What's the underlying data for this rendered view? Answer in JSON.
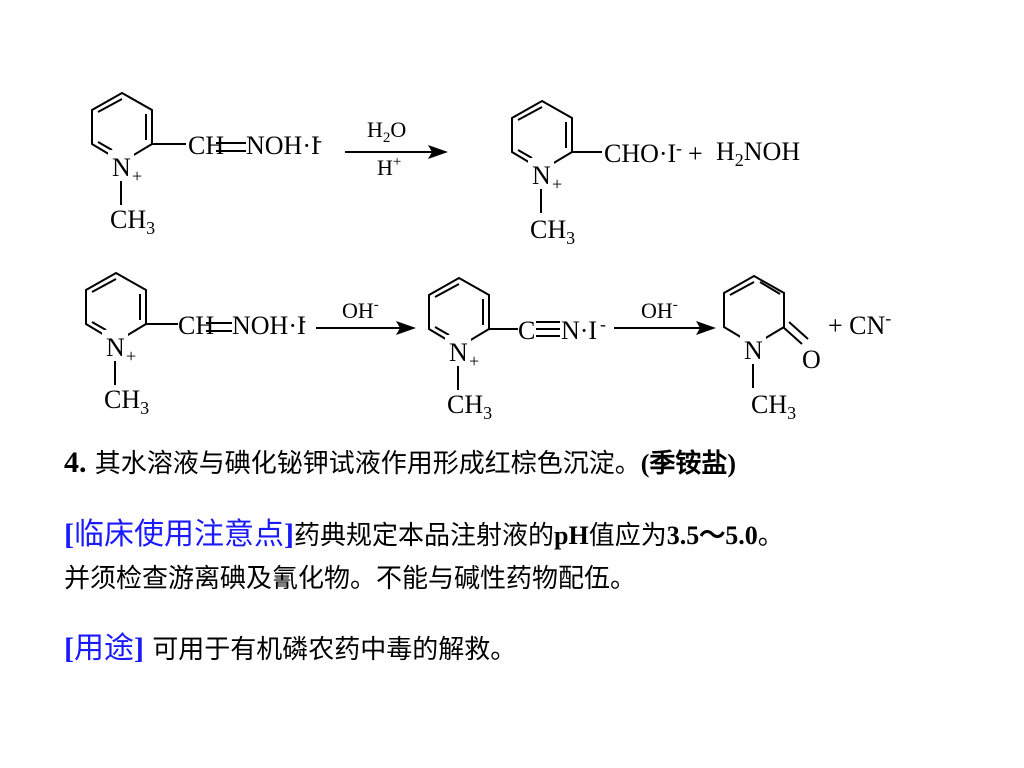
{
  "reaction1": {
    "left_group": "CH",
    "left_group2": "NOH·I",
    "minus": "-",
    "n_plus": "N",
    "plus_sign": "+",
    "methyl": "CH",
    "sub3": "3",
    "arrow_top": "H",
    "arrow_top_sub": "2",
    "arrow_top_tail": "O",
    "arrow_bottom": "H",
    "arrow_bottom_sup": "+",
    "right_group": "CHO·I",
    "right_minus": "-",
    "plus_product": "+",
    "product2_prefix": "H",
    "product2_sub": "2",
    "product2_tail": "NOH"
  },
  "reaction2": {
    "left_group": "CH",
    "left_group2": "NOH·I",
    "minus": "-",
    "arrow1": "OH",
    "arrow1_sup": "-",
    "mid_group_c": "C",
    "mid_group_n": "N·I",
    "mid_minus": "-",
    "arrow2": "OH",
    "arrow2_sup": "-",
    "product_n": "N",
    "product_o": "O",
    "cn_plus": "+ CN",
    "cn_sup": "-"
  },
  "text": {
    "item4_num": "4.",
    "item4_text": " 其水溶液与碘化铋钾试液作用形成红棕色沉淀。",
    "item4_paren": "(季铵盐)",
    "clinical_bracket_open": "[",
    "clinical_tag": "临床使用注意点",
    "clinical_bracket_close": "]",
    "clinical_text1": "药典规定本品注射液的",
    "clinical_ph": "pH",
    "clinical_text2": "值应为",
    "clinical_range": "3.5～5.0",
    "clinical_end": "。",
    "clinical_line2": "并须检查游离碘及氰化物。不能与碱性药物配伍。",
    "use_bracket_open": "[",
    "use_tag": "用途",
    "use_bracket_close": "]",
    "use_text": " 可用于有机磷农药中毒的解救。"
  },
  "colors": {
    "accent": "#1a1aff",
    "text": "#000000",
    "background": "#ffffff"
  }
}
